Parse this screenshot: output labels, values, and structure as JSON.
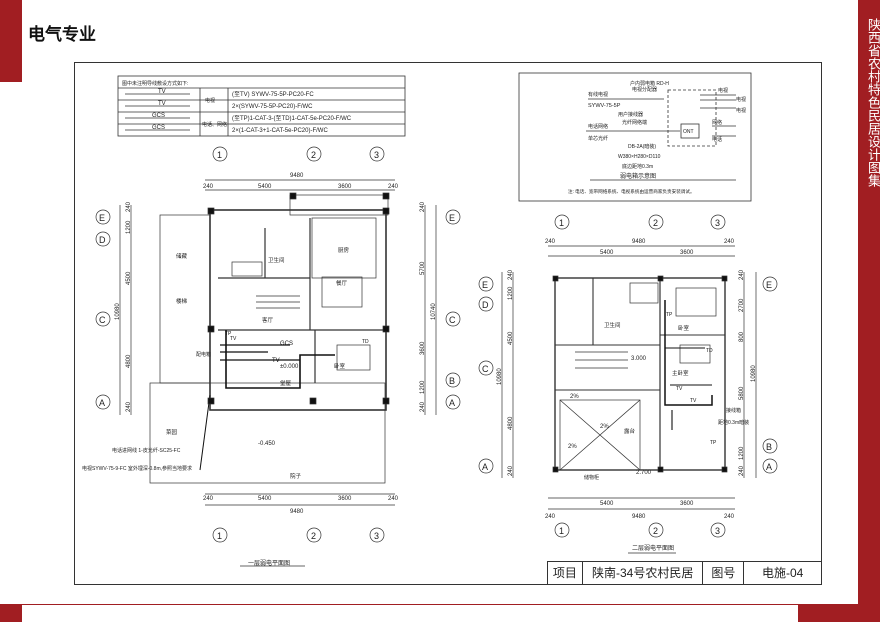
{
  "header": {
    "title": "电气专业",
    "side_title": "陕西省农村特色民居设计图集"
  },
  "legend_table": {
    "note": "图中未注明导线敷设方式如下:",
    "rows": [
      {
        "symbol": "TV",
        "desc": "(至TV) SYWV-75-5P-PC20-FC",
        "label": "电视"
      },
      {
        "symbol": "TV",
        "desc": "2×(SYWV-75-5P-PC20)-F/WC",
        "label": ""
      },
      {
        "symbol": "GCS",
        "desc": "(至TP)1-CAT-3-(至TD)1-CAT-5e-PC20-F/WC",
        "label": "电话、网络"
      },
      {
        "symbol": "GCS",
        "desc": "2×(1-CAT-3+1-CAT-5e-PC20)-F/WC",
        "label": ""
      }
    ]
  },
  "weak_current_diagram": {
    "title": "弱电箱示意图",
    "labels": [
      "户内弱电箱 RD-H",
      "有线电视",
      "电视分配器",
      "SYWV-75-5P",
      "电话网络",
      "用户接线器",
      "光纤网络端",
      "单芯光纤",
      "ONT",
      "DB-2A(暗装)",
      "W380×H280×D110",
      "底边距地0.3m",
      "电视",
      "电视",
      "电视",
      "网络",
      "电话"
    ],
    "note": "注: 电话、宽带网络系统、电视系统由运营商家负责安装调试。"
  },
  "plan1": {
    "caption": "一层弱电平面图",
    "axes_x": [
      "1",
      "2",
      "3"
    ],
    "axes_y": [
      "E",
      "D",
      "C",
      "B",
      "A"
    ],
    "dims_top": [
      "9480",
      "5400",
      "3600",
      "240",
      "240"
    ],
    "dims_left": [
      "240",
      "1200",
      "4500",
      "10980",
      "4800",
      "240"
    ],
    "dims_right": [
      "240",
      "5700",
      "10740",
      "3600",
      "1200",
      "240"
    ],
    "rooms": [
      "厨房",
      "卫生间",
      "餐厅",
      "储藏",
      "楼梯",
      "客厅",
      "卧室",
      "堂屋",
      "院子",
      "菜园",
      "配电箱"
    ],
    "levels": [
      "±0.000",
      "-0.450"
    ],
    "notes": [
      "电话进网线 1-皮光纤-SC25-FC",
      "电视SYWV-75-9-FC 室外埋深-0.8m,参照当地要求"
    ],
    "symbols": [
      "TV",
      "TP",
      "GCS",
      "TV",
      "TD"
    ]
  },
  "plan2": {
    "caption": "二层弱电平面图",
    "axes_x": [
      "1",
      "2",
      "3"
    ],
    "axes_y": [
      "E",
      "D",
      "C",
      "B",
      "A"
    ],
    "dims_top": [
      "9480",
      "5400",
      "3600",
      "240",
      "240"
    ],
    "dims_left": [
      "240",
      "1200",
      "4500",
      "10980",
      "4800",
      "240"
    ],
    "dims_right": [
      "240",
      "2700",
      "800",
      "10980",
      "5800",
      "1200",
      "240"
    ],
    "rooms": [
      "卫生间",
      "卧室",
      "主卧室",
      "露台",
      "储物柜"
    ],
    "levels": [
      "3.000",
      "2.700"
    ],
    "slopes": [
      "2%",
      "2%",
      "2%"
    ],
    "notes": [
      "接线箱",
      "距地0.3m暗装"
    ],
    "symbols": [
      "TV",
      "TP",
      "TD",
      "TV",
      "TP"
    ]
  },
  "title_block": {
    "project_label": "项目",
    "project_value": "陕南-34号农村民居",
    "drawing_label": "图号",
    "drawing_value": "电施-04"
  }
}
